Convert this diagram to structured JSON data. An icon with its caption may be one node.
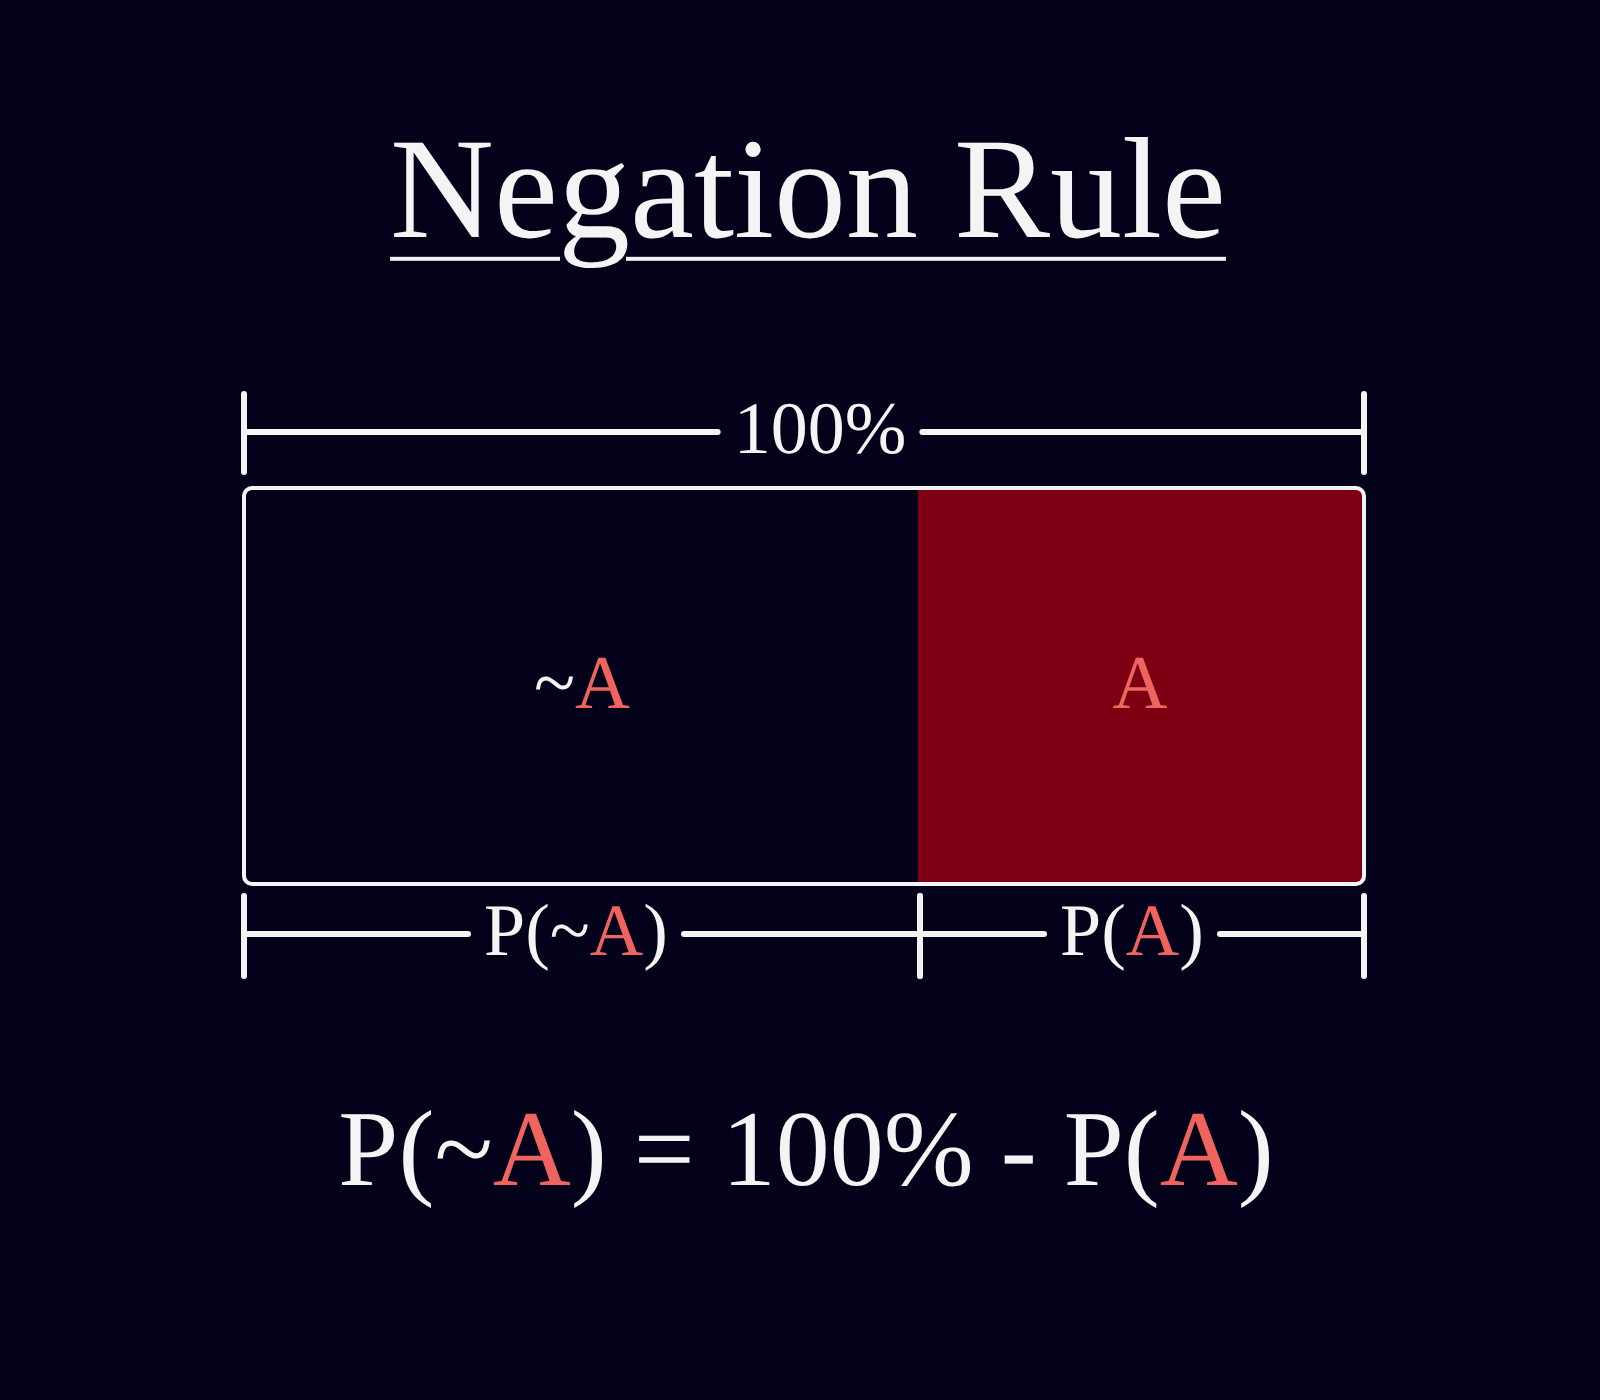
{
  "diagram": {
    "title": "Negation Rule",
    "nodes": [
      {
        "text": [
          "~A"
        ]
      },
      {
        "text": [
          "A"
        ]
      }
    ],
    "labels": [
      "100%",
      "P(~A)",
      "P(A)",
      "P(~A) = 100% - P(A)"
    ]
  }
}
